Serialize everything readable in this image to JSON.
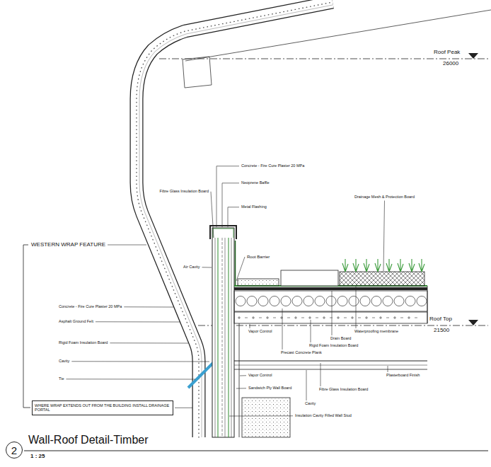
{
  "diagram": {
    "title": "Wall-Roof Detail-Timber",
    "nodes": [
      {
        "text": [
          "2"
        ]
      },
      {
        "text": [
          "WHERE WRAP EXTENDS OUT FROM THE BUILDING INSTALL DRAINAGE PORTAL"
        ]
      }
    ],
    "labels": [
      "Roof Peak",
      "26000",
      "Roof Top",
      "21500",
      "WESTERN WRAP FEATURE",
      "Concrete - Fire Cure Plaster 20 MPa",
      "Neoprene Baffle",
      "Fibre Glass Insulation Board",
      "Metal Flashing",
      "Root Barrier",
      "Air Cavity",
      "Drainage Mesh & Protection Board",
      "Concrete - Fire Cure Plaster 20 MPa",
      "Asphalt Ground Felt",
      "Rigid Foam Insulation Board",
      "Cavity",
      "Tie",
      "Waterproofing membrane",
      "Drain Board",
      "Rigid Foam Insulation Board",
      "Precast Concrete Plank",
      "Vapor Control",
      "Vapor Control",
      "Plasterboard Finish",
      "Fibre Glass Insulation Board",
      "Cavity",
      "Sandwich Ply Wall Board",
      "Insulation Cavity Filled Wall Stud",
      "1 : 25"
    ]
  }
}
